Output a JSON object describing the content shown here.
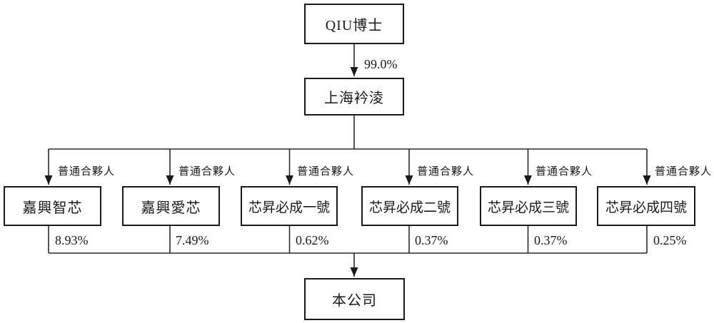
{
  "diagram": {
    "title": "equity-structure-chart",
    "root": {
      "label": "QIU博士",
      "ownership": "99.0%"
    },
    "holding": {
      "label": "上海衿淩"
    },
    "partnerships": [
      {
        "label": "嘉興智芯",
        "relation": "普通合夥人",
        "ownership": "8.93%"
      },
      {
        "label": "嘉興愛芯",
        "relation": "普通合夥人",
        "ownership": "7.49%"
      },
      {
        "label": "芯昇必成一號",
        "relation": "普通合夥人",
        "ownership": "0.62%"
      },
      {
        "label": "芯昇必成二號",
        "relation": "普通合夥人",
        "ownership": "0.37%"
      },
      {
        "label": "芯昇必成三號",
        "relation": "普通合夥人",
        "ownership": "0.37%"
      },
      {
        "label": "芯昇必成四號",
        "relation": "普通合夥人",
        "ownership": "0.25%"
      }
    ],
    "company": {
      "label": "本公司"
    },
    "colors": {
      "line": "#2a2a2a",
      "box_border": "#1a1a1a",
      "background": "#ffffff",
      "text": "#1a1a1a"
    }
  }
}
